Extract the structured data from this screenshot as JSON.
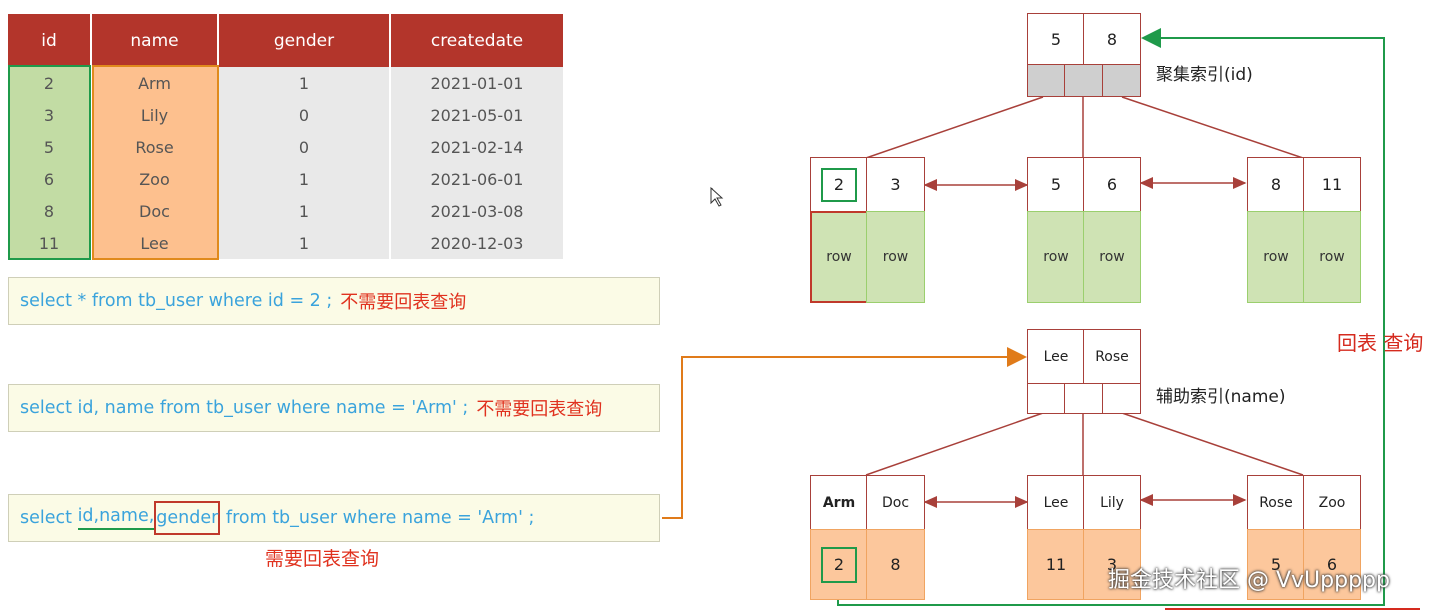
{
  "table": {
    "headers": [
      "id",
      "name",
      "gender",
      "createdate"
    ],
    "rows": [
      [
        "2",
        "Arm",
        "1",
        "2021-01-01"
      ],
      [
        "3",
        "Lily",
        "0",
        "2021-05-01"
      ],
      [
        "5",
        "Rose",
        "0",
        "2021-02-14"
      ],
      [
        "6",
        "Zoo",
        "1",
        "2021-06-01"
      ],
      [
        "8",
        "Doc",
        "1",
        "2021-03-08"
      ],
      [
        "11",
        "Lee",
        "1",
        "2020-12-03"
      ]
    ]
  },
  "queries": {
    "q1": {
      "sql": "select * from tb_user where id = 2 ;",
      "note": "不需要回表查询"
    },
    "q2": {
      "sql": "select id, name from tb_user where name = 'Arm' ;",
      "note": "不需要回表查询"
    },
    "q3": {
      "select": "select ",
      "cols_idname": "id,name,",
      "col_gender": "gender",
      "rest": " from tb_user where name = 'Arm' ;",
      "note": "需要回表查询"
    }
  },
  "clustered": {
    "label": "聚集索引(id)",
    "root": [
      "5",
      "8"
    ],
    "leaves": [
      {
        "keys": [
          "2",
          "3"
        ],
        "rows": [
          "row",
          "row"
        ]
      },
      {
        "keys": [
          "5",
          "6"
        ],
        "rows": [
          "row",
          "row"
        ]
      },
      {
        "keys": [
          "8",
          "11"
        ],
        "rows": [
          "row",
          "row"
        ]
      }
    ]
  },
  "secondary": {
    "label": "辅助索引(name)",
    "root": [
      "Lee",
      "Rose"
    ],
    "leaves": [
      {
        "keys": [
          "Arm",
          "Doc"
        ],
        "ids": [
          "2",
          "8"
        ]
      },
      {
        "keys": [
          "Lee",
          "Lily"
        ],
        "ids": [
          "11",
          "3"
        ]
      },
      {
        "keys": [
          "Rose",
          "Zoo"
        ],
        "ids": [
          "5",
          "6"
        ]
      }
    ]
  },
  "return_label": "回表 查询",
  "watermark": "掘金技术社区 @ VvUppppp",
  "colors": {
    "header": "#b3352b",
    "green": "#1f9a4a",
    "orange": "#e08a1c",
    "red": "#d52a1e",
    "blue": "#3aa3dc"
  }
}
